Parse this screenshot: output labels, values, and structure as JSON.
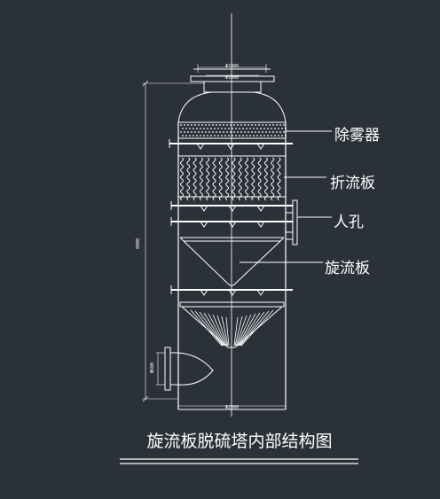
{
  "title": "旋流板脱硫塔内部结构图",
  "labels": {
    "demister": "除雾器",
    "baffle": "折流板",
    "manhole": "人孔",
    "swirl_plate": "旋流板"
  },
  "dimensions": {
    "top_outer": "Φ2000",
    "top_inner": "Φ1600",
    "height": "8000",
    "bottom": "Φ2000",
    "inlet": "Φ600"
  },
  "colors": {
    "background": "#2b3139",
    "line": "#ffffff"
  }
}
